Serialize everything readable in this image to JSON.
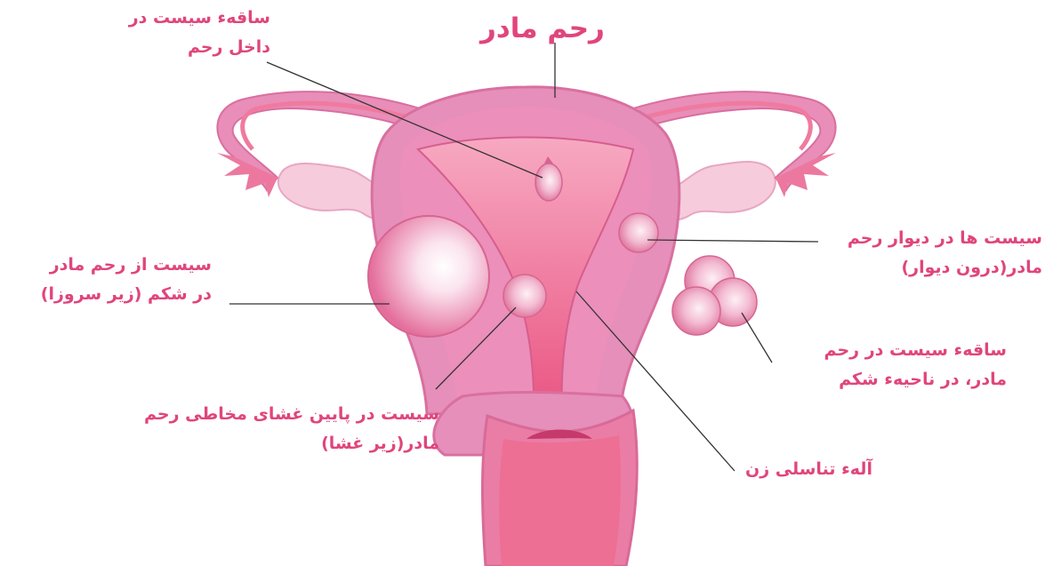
{
  "colors": {
    "label": "#e0457c",
    "uterus_outer": "#e58fba",
    "uterus_inner": "#ef6f96",
    "tube": "#e88eb8",
    "ovary": "#f5c9dc",
    "leader_line": "#333333"
  },
  "labels": {
    "title": "رحم مادر",
    "pedunculated_inside": [
      "ساقهء سیست در",
      "داخل رحم"
    ],
    "intramural": [
      "سیست ها در دیوار رحم",
      "مادر(درون دیوار)"
    ],
    "subserosal": [
      "سیست از رحم مادر",
      "در شکم (زیر سروزا)"
    ],
    "pedunculated_abdomen": [
      "ساقهء سیست در رحم",
      "مادر، در ناحیهء شکم"
    ],
    "submucosal": [
      "سیست در پایین غشای مخاطی رحم",
      "مادر(زیر غشا)"
    ],
    "genital": "آلهء تناسلی زن"
  }
}
